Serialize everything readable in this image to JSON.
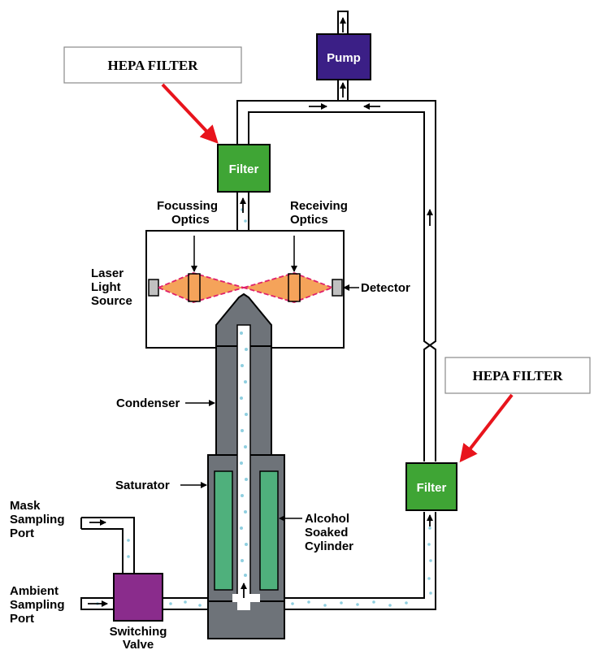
{
  "callouts": [
    {
      "text": "HEPA FILTER"
    },
    {
      "text": "HEPA FILTER"
    }
  ],
  "components": {
    "pump": "Pump",
    "filter_top": "Filter",
    "filter_right": "Filter",
    "switching_valve": [
      "Switching",
      "Valve"
    ]
  },
  "labels": {
    "focussing_optics": [
      "Focussing",
      "Optics"
    ],
    "receiving_optics": [
      "Receiving",
      "Optics"
    ],
    "laser_light_source": [
      "Laser",
      "Light",
      "Source"
    ],
    "detector": "Detector",
    "condenser": "Condenser",
    "saturator": "Saturator",
    "alcohol_soaked_cylinder": [
      "Alcohol",
      "Soaked",
      "Cylinder"
    ],
    "mask_sampling_port": [
      "Mask",
      "Sampling",
      "Port"
    ],
    "ambient_sampling_port": [
      "Ambient",
      "Sampling",
      "Port"
    ]
  },
  "colors": {
    "pump": "#3b1f86",
    "filter": "#3fa535",
    "valve": "#8a2c8c",
    "condenser": "#6e7379",
    "saturator_fill": "#4fb07c",
    "particles": "#8fcfe0",
    "laser": "#f5a35a",
    "laser_outline": "#e0206a",
    "arrow_red": "#e8141c"
  }
}
